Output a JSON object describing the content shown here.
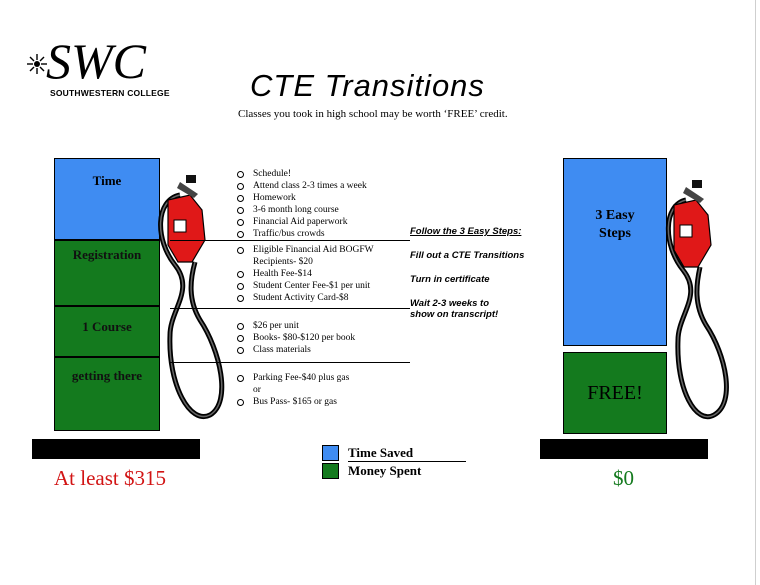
{
  "logo": {
    "mark_text": "SWC",
    "name": "SOUTHWESTERN COLLEGE"
  },
  "title": "CTE Transitions",
  "subtitle": "Classes you took in high school may be worth ‘FREE’ credit.",
  "left_pump": {
    "blocks": [
      "Time",
      "Registration",
      "1 Course",
      "getting there"
    ],
    "total": "At least $315"
  },
  "lists": {
    "time": [
      "Schedule!",
      "Attend class 2-3 times a week",
      "Homework",
      "3-6 month long course",
      "Financial Aid paperwork",
      "Traffic/bus crowds"
    ],
    "registration": [
      "Eligible Financial Aid BOGFW",
      "Recipients- $20",
      "Health Fee-$14",
      "Student Center Fee-$1 per unit",
      "Student Activity Card-$8"
    ],
    "course": [
      "$26 per unit",
      "Books- $80-$120 per book",
      "Class materials"
    ],
    "getting_there": [
      "Parking Fee-$40 plus gas",
      "or",
      "Bus Pass- $165 or gas"
    ]
  },
  "steps": {
    "heading": "Follow the 3 Easy Steps:",
    "items": [
      "Fill out a CTE Transitions",
      "Turn in certificate",
      "Wait 2-3 weeks to",
      "show on transcript!"
    ]
  },
  "right_pump": {
    "top_label_1": "3 Easy",
    "top_label_2": "Steps",
    "bottom_label": "FREE!",
    "total": "$0"
  },
  "legend": {
    "time_saved": "Time Saved",
    "money_spent": "Money Spent"
  },
  "colors": {
    "blue": "#3f8cf2",
    "green": "#147a1e",
    "red": "#d21414",
    "nozzle": "#e01818"
  }
}
